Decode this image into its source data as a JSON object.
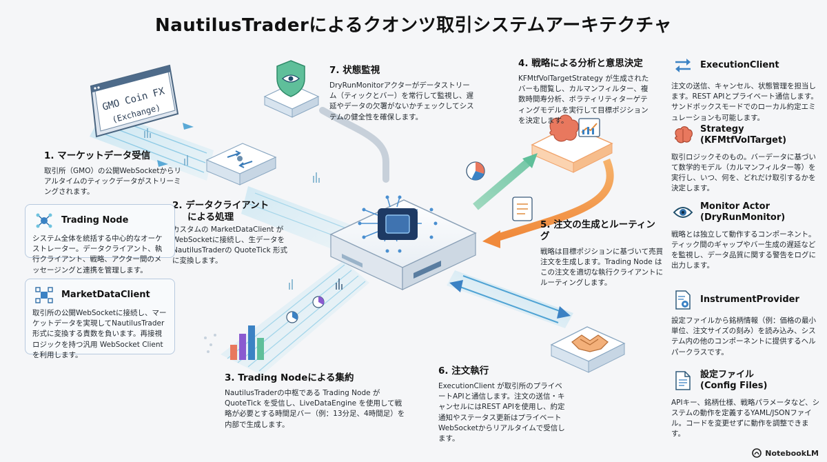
{
  "title": "NautilusTraderによるクオンツ取引システムアーキテクチャ",
  "exchange": {
    "name": "GMO Coin FX",
    "sub": "(Exchange)"
  },
  "steps": {
    "s1": {
      "title": "1. マーケットデータ受信",
      "body": "取引所（GMO）の公開WebSocketからリアルタイムのティックデータがストリーミングされます。"
    },
    "s2": {
      "title_line1": "2. データクライアント",
      "title_line2": "による処理",
      "body": "カスタムの MarketDataClient がWebSocketに接続し、生データをNautilusTraderの QuoteTick 形式に変換します。"
    },
    "s3": {
      "title": "3. Trading Nodeによる集約",
      "body": "NautilusTraderの中枢である Trading Node が QuoteTick を受信し、LiveDataEngine を使用して戦略が必要とする時間足バー（例：13分足、4時間足）を内部で生成します。"
    },
    "s4": {
      "title": "4. 戦略による分析と意思決定",
      "body": "KFMtfVolTargetStrategy が生成されたバーも閲覧し、カルマンフィルター、複数時間寿分析、ボラティリティターゲティングモデルを実行して目標ポジションを決定します。"
    },
    "s5": {
      "title": "5. 注文の生成とルーティング",
      "body": "戦略は目標ポジションに基づいて売買注文を生成します。Trading Node はこの注文を適切な執行クライアントにルーティングします。"
    },
    "s6": {
      "title": "6. 注文執行",
      "body": "ExecutionClient が取引所のプライベートAPIと通信します。注文の送信・キャンセルにはREST APIを使用し、約定通知やステータス更新はプライベートWebSocketからリアルタイムで受信します。"
    },
    "s7": {
      "title": "7. 状態監視",
      "body": "DryRunMonitorアクターがデータストリーム（ティックとバー）を常行して監視し、遅延やデータの欠署がないかチェックしてシステムの健全性を確保します。"
    }
  },
  "left_boxes": [
    {
      "name": "Trading Node",
      "icon": "network-hub-icon",
      "body": "システム全体を統括する中心的なオーケストレーター。データクライアント、執行クライアント、戦略、アクター間のメッセージングと連携を管理します。"
    },
    {
      "name": "MarketDataClient",
      "icon": "data-network-icon",
      "body": "取引所の公開WebSocketに接続し、マーケットデータを実現してNautilusTrader形式に変換する責数を負います。再接視ロジックを持つ汎用 WebSocket Client を利用します。"
    }
  ],
  "right_items": [
    {
      "name_line1": "ExecutionClient",
      "name_line2": "",
      "icon": "swap-arrows-icon",
      "body": "注文の送信、キャンセル、状態管理を担当します。REST APIとプライベート通信します。サンドボックスモードでのローカル約定エミュレーションも可能します。"
    },
    {
      "name_line1": "Strategy",
      "name_line2": "(KFMtfVolTarget)",
      "icon": "brain-icon",
      "body": "取引ロジックそのもの。バーデータに基づいて数学的モデル（カルマンフィルター等）を実行し、いつ、何を、どれだけ取引するかを決定します。"
    },
    {
      "name_line1": "Monitor Actor",
      "name_line2": "(DryRunMonitor)",
      "icon": "eye-icon",
      "body": "戦略とは独立して動作するコンポーネント。ティック間のギャップやバー生成の遅延などを監視し、データ品質に関する警告をログに出力します。"
    },
    {
      "name_line1": "InstrumentProvider",
      "name_line2": "",
      "icon": "document-gear-icon",
      "body": "設定ファイルから銘柄情報（例：価格の最小単位、注文サイズの刻み）を読み込み、システム内の他のコンポーネントに提供するヘルパークラスです。"
    },
    {
      "name_line1": "設定ファイル",
      "name_line2": "(Config Files)",
      "icon": "file-icon",
      "body": "APIキー、銘柄仕様、戦略パラメータなど、システムの動作を定義するYAML/JSONファイル。コードを変更せずに動作を調整できます。"
    }
  ],
  "colors": {
    "accent_blue": "#3b82c4",
    "flow_cyan": "#6fc3df",
    "orange": "#f39a4b",
    "green": "#6cc49a",
    "chip": "#1e3a64"
  },
  "footer": "NotebookLM"
}
